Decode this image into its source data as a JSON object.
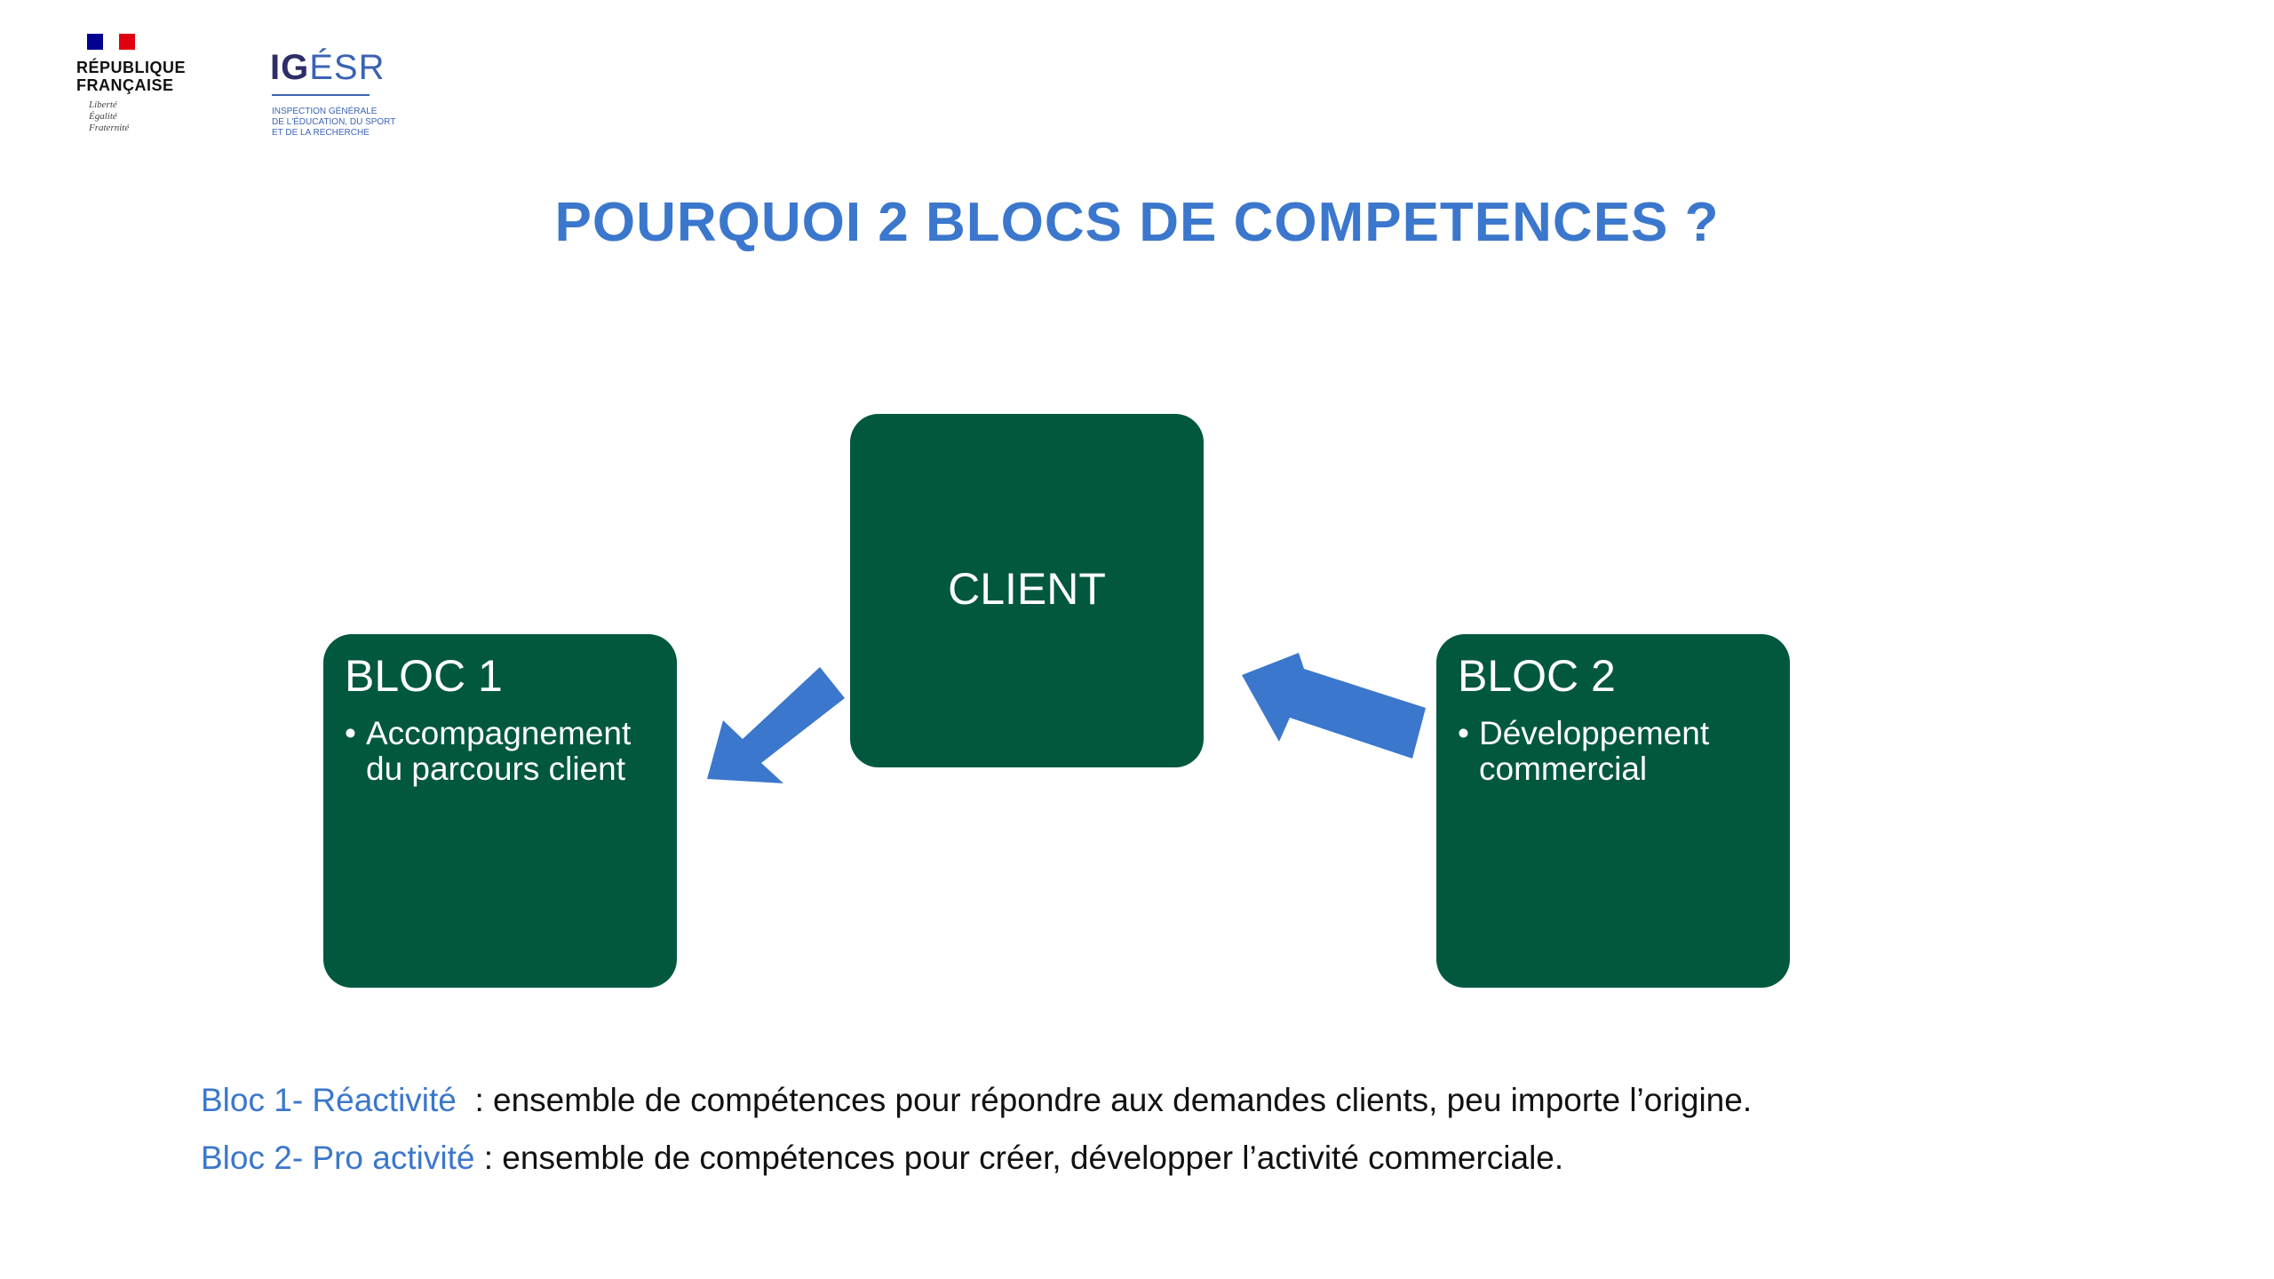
{
  "logos": {
    "republique": {
      "name_line1": "RÉPUBLIQUE",
      "name_line2": "FRANÇAISE",
      "motto": [
        "Liberté",
        "Égalité",
        "Fraternité"
      ]
    },
    "igesr": {
      "title_prefix": "IG",
      "title_accent": "ÉSR",
      "subtitle": "INSPECTION GÉNÉRALE\nDE L'ÉDUCATION, DU SPORT\nET DE LA RECHERCHE"
    }
  },
  "title": "POURQUOI 2 BLOCS DE COMPETENCES ?",
  "diagram": {
    "client": {
      "label": "CLIENT"
    },
    "bloc1": {
      "heading": "BLOC 1",
      "bullet": "•",
      "item": "Accompagnement du parcours client"
    },
    "bloc2": {
      "heading": "BLOC 2",
      "bullet": "•",
      "item": "Développement commercial"
    }
  },
  "legend": [
    {
      "key": "Bloc 1- Réactivité",
      "text": "  : ensemble de compétences pour répondre aux demandes clients, peu importe l’origine."
    },
    {
      "key": "Bloc 2- Pro activité",
      "text": " : ensemble de compétences pour créer, développer l’activité commerciale."
    }
  ],
  "colors": {
    "box_green": "#02583f",
    "arrow_blue": "#3b77cc",
    "title_blue": "#3b77cc"
  }
}
